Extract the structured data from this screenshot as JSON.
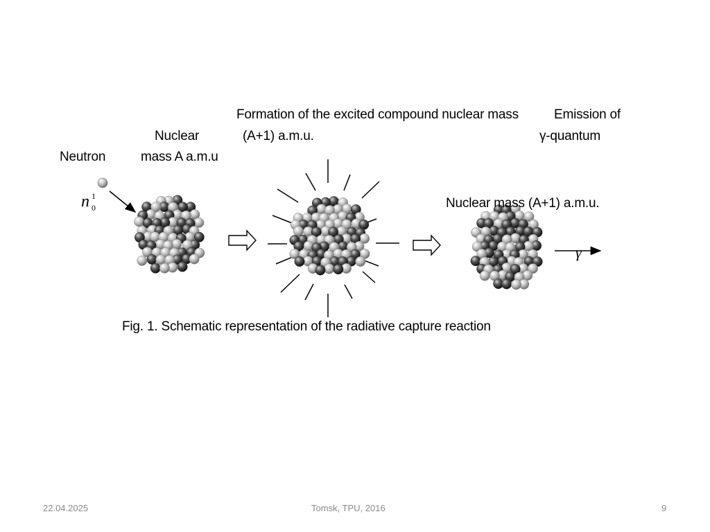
{
  "slide": {
    "labels": {
      "formation": "Formation of the excited compound nuclear mass",
      "emission": "Emission of",
      "nuclear": "Nuclear",
      "a_plus_one": "(A+1) a.m.u.",
      "gamma_quantum": "γ-quantum",
      "neutron": "Neutron",
      "mass_a": "mass A a.m.u",
      "nuclear_mass_a1": "Nuclear mass (A+1) a.m.u."
    },
    "symbols": {
      "neutron_base": "n",
      "neutron_superscript": "1",
      "neutron_subscript": "0",
      "gamma": "γ"
    },
    "caption": "Fig. 1. Schematic representation of the radiative capture reaction"
  },
  "footer": {
    "date": "22.04.2025",
    "center": "Tomsk,  TPU, 2016",
    "page": "9"
  },
  "colors": {
    "light_sphere": "#c9c9c9",
    "dark_sphere": "#555555",
    "line": "#000000"
  }
}
